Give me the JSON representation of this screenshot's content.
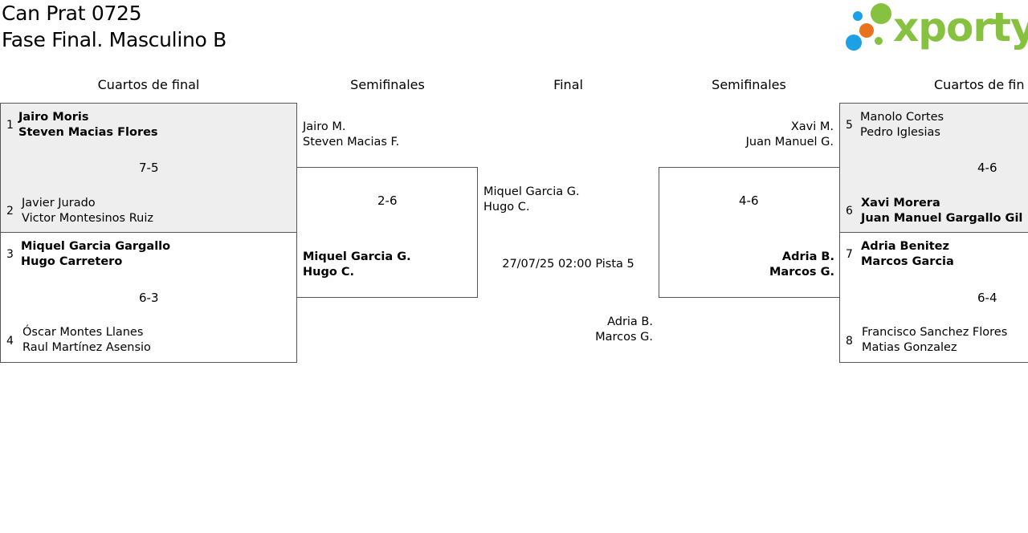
{
  "header": {
    "title_line1": "Can Prat 0725",
    "title_line2": "Fase Final. Masculino B",
    "logo_text": "xporty",
    "logo_colors": {
      "blue": "#1ea0e6",
      "orange": "#e8731c",
      "green": "#86c240"
    }
  },
  "columns": {
    "left_quarters": "Cuartos de final",
    "left_semis": "Semifinales",
    "final": "Final",
    "right_semis": "Semifinales",
    "right_quarters": "Cuartos de fin"
  },
  "left_quarters": [
    {
      "top_seed": "1",
      "top_p1": "Jairo Moris",
      "top_p2": "Steven Macias Flores",
      "score": "7-5",
      "bottom_seed": "2",
      "bottom_p1": "Javier Jurado",
      "bottom_p2": "Victor Montesinos Ruiz"
    },
    {
      "top_seed": "3",
      "top_p1": "Miquel Garcia Gargallo",
      "top_p2": "Hugo Carretero",
      "score": "6-3",
      "bottom_seed": "4",
      "bottom_p1": "Óscar Montes Llanes",
      "bottom_p2": "Raul Martínez Asensio"
    }
  ],
  "right_quarters": [
    {
      "top_seed": "5",
      "top_p1": "Manolo Cortes",
      "top_p2": "Pedro Iglesias",
      "score": "4-6",
      "bottom_seed": "6",
      "bottom_p1": "Xavi Morera",
      "bottom_p2": "Juan Manuel Gargallo Gil"
    },
    {
      "top_seed": "7",
      "top_p1": "Adria Benitez",
      "top_p2": "Marcos Garcia",
      "score": "6-4",
      "bottom_seed": "8",
      "bottom_p1": "Francisco Sanchez Flores",
      "bottom_p2": "Matias Gonzalez"
    }
  ],
  "left_semi": {
    "top_p1": "Jairo M.",
    "top_p2": "Steven Macias F.",
    "score": "2-6",
    "bottom_p1": "Miquel Garcia G.",
    "bottom_p2": "Hugo C."
  },
  "right_semi": {
    "top_p1": "Xavi M.",
    "top_p2": "Juan Manuel G.",
    "score": "4-6",
    "bottom_p1": "Adria B.",
    "bottom_p2": "Marcos G."
  },
  "final": {
    "left_p1": "Miquel Garcia G.",
    "left_p2": "Hugo C.",
    "schedule": "27/07/25 02:00 Pista 5",
    "right_p1": "Adria B.",
    "right_p2": "Marcos G."
  }
}
